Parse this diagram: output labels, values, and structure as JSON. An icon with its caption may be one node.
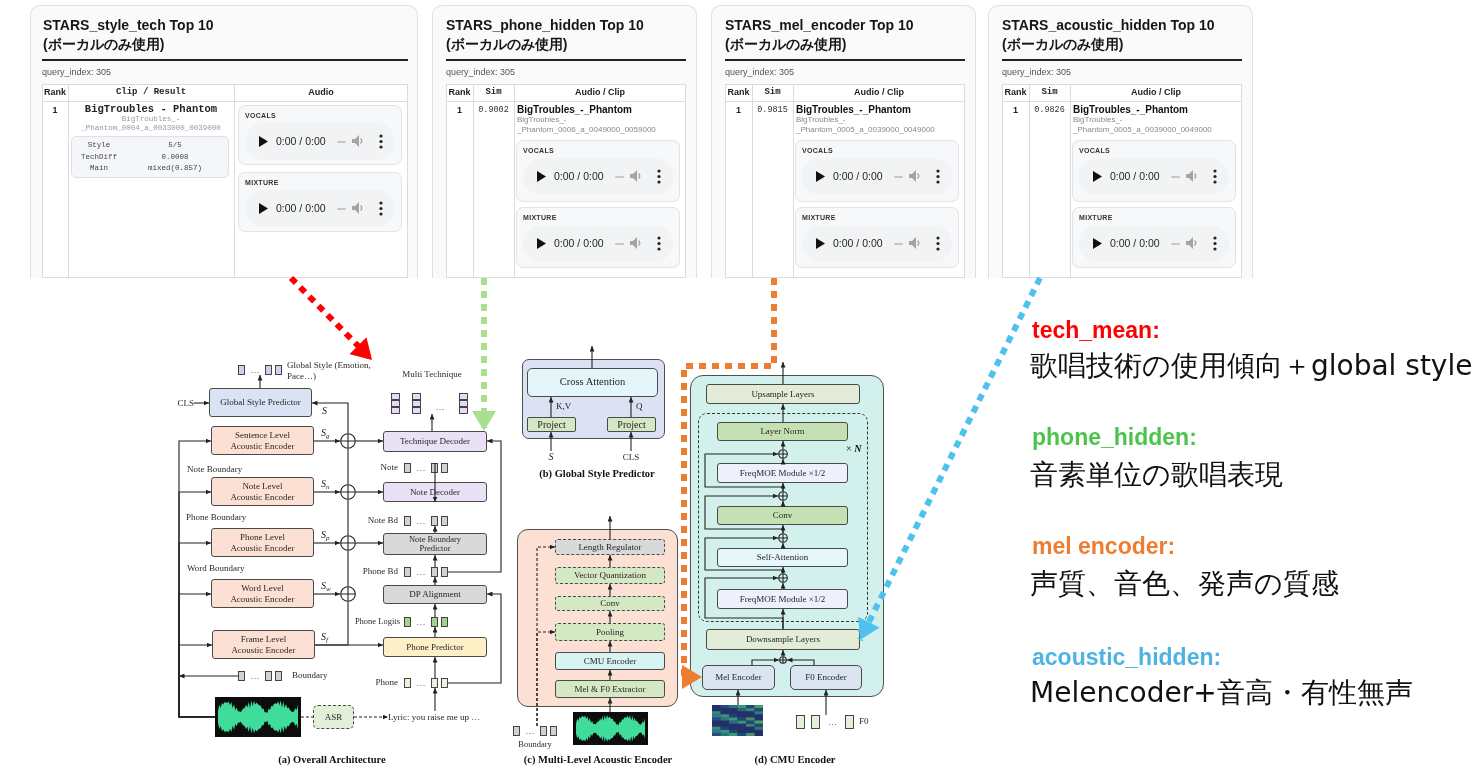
{
  "diagram": {
    "nodes": [
      {
        "text": [
          "STARS_style_tech Top 10 (ボーカルのみ使用)",
          "query_index: 305",
          "Rank",
          "Clip / Result",
          "Audio",
          "1",
          "BigTroubles - Phantom",
          "BigTroubles_-_Phantom_0004_a_0033000_0039000"
        ]
      },
      {
        "text": [
          "Style",
          "5/5",
          "TechDiff",
          "0.0008",
          "Main",
          "mixed(0.857)"
        ],
        "in": 0
      },
      {
        "text": [
          "VOCALS",
          "0:00 / 0:00"
        ],
        "in": 0
      },
      {
        "text": [
          "MIXTURE",
          "0:00 / 0:00"
        ],
        "in": 0
      },
      {
        "text": [
          "STARS_phone_hidden Top 10 (ボーカルのみ使用)",
          "query_index: 305",
          "Rank",
          "Sim",
          "Audio / Clip",
          "1",
          "0.9002",
          "BigTroubles_-_Phantom",
          "BigTroubles_-_Phantom_0006_a_0049000_0059000"
        ]
      },
      {
        "text": [
          "VOCALS",
          "0:00 / 0:00"
        ],
        "in": 4
      },
      {
        "text": [
          "MIXTURE",
          "0:00 / 0:00"
        ],
        "in": 4
      },
      {
        "text": [
          "STARS_mel_encoder Top 10 (ボーカルのみ使用)",
          "query_index: 305",
          "Rank",
          "Sim",
          "Audio / Clip",
          "1",
          "0.9815",
          "BigTroubles_-_Phantom",
          "BigTroubles_-_Phantom_0005_a_0039000_0049000"
        ]
      },
      {
        "text": [
          "VOCALS",
          "0:00 / 0:00"
        ],
        "in": 7
      },
      {
        "text": [
          "MIXTURE",
          "0:00 / 0:00"
        ],
        "in": 7
      },
      {
        "text": [
          "STARS_acoustic_hidden Top 10 (ボーカルのみ使用)",
          "query_index: 305",
          "Rank",
          "Sim",
          "Audio / Clip",
          "1",
          "0.9826",
          "BigTroubles_-_Phantom",
          "BigTroubles_-_Phantom_0005_a_0039000_0049000"
        ]
      },
      {
        "text": [
          "VOCALS",
          "0:00 / 0:00"
        ],
        "in": 10
      },
      {
        "text": [
          "MIXTURE",
          "0:00 / 0:00"
        ],
        "in": 10
      },
      {
        "text": [
          "…"
        ],
        "beside": [
          "Global Style (Emotion, Pace…)"
        ]
      },
      {
        "text": [
          "CLS"
        ]
      },
      {
        "text": [
          "Global Style Predictor"
        ]
      },
      {
        "text": [
          "Sentence Level Acoustic Encoder"
        ]
      },
      {
        "text": [
          "Note Level Acoustic Encoder"
        ]
      },
      {
        "text": [
          "Phone Level Acoustic Encoder"
        ]
      },
      {
        "text": [
          "Word Level Acoustic Encoder"
        ]
      },
      {
        "text": [
          "Frame Level Acoustic Encoder"
        ]
      },
      {
        "text": [],
        "shape": "circle"
      },
      {
        "text": [],
        "shape": "circle"
      },
      {
        "text": [],
        "shape": "circle"
      },
      {
        "text": [],
        "shape": "circle"
      },
      {
        "text": [
          "…"
        ],
        "beside": [
          "Multi Technique"
        ]
      },
      {
        "text": [
          "Technique Decoder"
        ]
      },
      {
        "text": [
          "…"
        ],
        "beside": [
          "Note"
        ]
      },
      {
        "text": [
          "Note Decoder"
        ]
      },
      {
        "text": [
          "…"
        ],
        "beside": [
          "Note Bd"
        ]
      },
      {
        "text": [
          "Note Boundary Predictor"
        ]
      },
      {
        "text": [
          "…"
        ],
        "beside": [
          "Phone Bd"
        ]
      },
      {
        "text": [
          "DP Alignment"
        ]
      },
      {
        "text": [
          "…"
        ],
        "beside": [
          "Phone Logits"
        ]
      },
      {
        "text": [
          "Phone Predictor"
        ]
      },
      {
        "text": [
          "…"
        ],
        "beside": [
          "Boundary"
        ]
      },
      {
        "text": [
          "…"
        ],
        "beside": [
          "Phone"
        ]
      },
      {
        "text": [],
        "shape": "picture"
      },
      {
        "text": [
          "ASR"
        ]
      },
      {
        "text": [
          "Lyric: you raise me up …"
        ]
      },
      {
        "text": [],
        "shape": "box"
      },
      {
        "text": [
          "Cross Attention"
        ],
        "in": 40
      },
      {
        "text": [
          "Project"
        ],
        "in": 40
      },
      {
        "text": [
          "Project"
        ],
        "in": 40
      },
      {
        "text": [
          "S"
        ]
      },
      {
        "text": [
          "CLS"
        ]
      },
      {
        "text": [],
        "shape": "box"
      },
      {
        "text": [
          "Length Regulator"
        ],
        "in": 46
      },
      {
        "text": [
          "Vector Quantization"
        ],
        "in": 46
      },
      {
        "text": [
          "Conv"
        ],
        "in": 46
      },
      {
        "text": [
          "Pooling"
        ],
        "in": 46
      },
      {
        "text": [
          "CMU Encoder"
        ],
        "in": 46
      },
      {
        "text": [
          "Mel & F0 Extractor"
        ],
        "in": 46
      },
      {
        "text": [
          "…"
        ],
        "beside": [
          "Boundary"
        ]
      },
      {
        "text": [],
        "shape": "picture"
      },
      {
        "text": [],
        "shape": "box"
      },
      {
        "text": [
          "Upsample Layers"
        ],
        "in": 55
      },
      {
        "text": [
          "× *N*"
        ],
        "in": 55
      },
      {
        "text": [
          "Layer Norm"
        ],
        "in": 57
      },
      {
        "text": [],
        "shape": "circle",
        "in": 57
      },
      {
        "text": [
          "FreqMOE Module ×1/2"
        ],
        "in": 57
      },
      {
        "text": [],
        "shape": "circle",
        "in": 57
      },
      {
        "text": [
          "Conv"
        ],
        "in": 57
      },
      {
        "text": [],
        "shape": "circle",
        "in": 57
      },
      {
        "text": [
          "Self-Attention"
        ],
        "in": 57
      },
      {
        "text": [],
        "shape": "circle",
        "in": 57
      },
      {
        "text": [
          "FreqMOE Module ×1/2"
        ],
        "in": 57
      },
      {
        "text": [
          "Downsample Layers"
        ],
        "in": 55
      },
      {
        "text": [],
        "shape": "circle",
        "in": 55
      },
      {
        "text": [
          "Mel Encoder"
        ],
        "in": 55
      },
      {
        "text": [
          "F0 Encoder"
        ],
        "in": 55
      },
      {
        "text": [],
        "shape": "picture"
      },
      {
        "text": [
          "…"
        ],
        "beside": [
          "F0"
        ]
      }
    ],
    "edges": [
      {
        "from": 14,
        "to": 15,
        "arrow": "to"
      },
      {
        "from": 15,
        "to": 13,
        "arrow": "to"
      },
      {
        "from": 16,
        "to": 21,
        "arrow": "to",
        "label": "S$_{g}$"
      },
      {
        "from": 17,
        "to": 22,
        "arrow": "to",
        "label": "S$_{n}$"
      },
      {
        "from": 18,
        "to": 23,
        "arrow": "to",
        "label": "S$_{p}$"
      },
      {
        "from": 19,
        "to": 24,
        "arrow": "to",
        "label": "S$_{w}$"
      },
      {
        "from": 20,
        "to": 34,
        "arrow": "to",
        "label": "S$_{f}$"
      },
      {
        "from": 20,
        "to": 24,
        "arrow": "none"
      },
      {
        "from": 24,
        "to": 23,
        "arrow": "none"
      },
      {
        "from": 23,
        "to": 22,
        "arrow": "none"
      },
      {
        "from": 22,
        "to": 21,
        "arrow": "none"
      },
      {
        "from": 21,
        "to": 15,
        "arrow": "to",
        "label": "S"
      },
      {
        "from": 21,
        "to": 26,
        "arrow": "to"
      },
      {
        "from": 22,
        "to": 28,
        "arrow": "to"
      },
      {
        "from": 23,
        "to": 30,
        "arrow": "to"
      },
      {
        "from": 26,
        "to": 25,
        "arrow": "to"
      },
      {
        "from": 27,
        "to": 28,
        "arrow": "to"
      },
      {
        "from": 30,
        "to": 29,
        "arrow": "to"
      },
      {
        "from": 31,
        "to": 30,
        "arrow": "to"
      },
      {
        "from": 32,
        "to": 31,
        "arrow": "to"
      },
      {
        "from": 33,
        "to": 32,
        "arrow": "to"
      },
      {
        "from": 34,
        "to": 33,
        "arrow": "to"
      },
      {
        "from": 36,
        "to": 34,
        "arrow": "to"
      },
      {
        "from": 36,
        "to": 32,
        "arrow": "to"
      },
      {
        "from": 31,
        "to": 26,
        "arrow": "to"
      },
      {
        "from": 39,
        "to": 36,
        "arrow": "to"
      },
      {
        "from": 37,
        "to": 38,
        "arrow": "none",
        "style": "dashed"
      },
      {
        "from": 38,
        "to": 39,
        "arrow": "to",
        "style": "dashed"
      },
      {
        "from": 37,
        "to": 16,
        "arrow": "to"
      },
      {
        "from": 37,
        "to": 17,
        "arrow": "to"
      },
      {
        "from": 37,
        "to": 18,
        "arrow": "to"
      },
      {
        "from": 37,
        "to": 19,
        "arrow": "to"
      },
      {
        "from": 37,
        "to": 20,
        "arrow": "to"
      },
      {
        "from": 35,
        "to": null,
        "arrow": "to"
      },
      {
        "from": 44,
        "to": 42,
        "arrow": "to"
      },
      {
        "from": 45,
        "to": 43,
        "arrow": "to"
      },
      {
        "from": 42,
        "to": 41,
        "arrow": "to",
        "label": "K,V"
      },
      {
        "from": 43,
        "to": 41,
        "arrow": "to",
        "label": "Q"
      },
      {
        "from": 41,
        "to": null,
        "arrow": "to"
      },
      {
        "from": 54,
        "to": 52,
        "arrow": "to"
      },
      {
        "from": 52,
        "to": 51,
        "arrow": "to"
      },
      {
        "from": 51,
        "to": 50,
        "arrow": "to"
      },
      {
        "from": 50,
        "to": 49,
        "arrow": "to"
      },
      {
        "from": 49,
        "to": 48,
        "arrow": "to"
      },
      {
        "from": 48,
        "to": 47,
        "arrow": "to"
      },
      {
        "from": 47,
        "to": null,
        "arrow": "to"
      },
      {
        "from": 53,
        "to": 50,
        "arrow": "to",
        "style": "dashed"
      },
      {
        "from": 53,
        "to": 47,
        "arrow": "to",
        "style": "dashed"
      },
      {
        "from": 71,
        "to": 69,
        "arrow": "to"
      },
      {
        "from": 72,
        "to": 70,
        "arrow": "to"
      },
      {
        "from": 69,
        "to": 68,
        "arrow": "to"
      },
      {
        "from": 70,
        "to": 68,
        "arrow": "to"
      },
      {
        "from": 68,
        "to": 67,
        "arrow": "to"
      },
      {
        "from": 67,
        "to": 66,
        "arrow": "to"
      },
      {
        "from": 67,
        "to": 65,
        "arrow": "to"
      },
      {
        "from": 66,
        "to": 65,
        "arrow": "to"
      },
      {
        "from": 65,
        "to": 64,
        "arrow": "to"
      },
      {
        "from": 65,
        "to": 63,
        "arrow": "to"
      },
      {
        "from": 64,
        "to": 63,
        "arrow": "to"
      },
      {
        "from": 63,
        "to": 62,
        "arrow": "to"
      },
      {
        "from": 63,
        "to": 61,
        "arrow": "to"
      },
      {
        "from": 62,
        "to": 61,
        "arrow": "to"
      },
      {
        "from": 61,
        "to": 60,
        "arrow": "to"
      },
      {
        "from": 61,
        "to": 59,
        "arrow": "to"
      },
      {
        "from": 60,
        "to": 59,
        "arrow": "to"
      },
      {
        "from": 59,
        "to": 58,
        "arrow": "to"
      },
      {
        "from": 58,
        "to": 56,
        "arrow": "to"
      },
      {
        "from": 56,
        "to": null,
        "arrow": "to"
      },
      {
        "from": 0,
        "to": 13,
        "arrow": "to",
        "style": "dashed",
        "color": "#ff0000"
      },
      {
        "from": 4,
        "to": 26,
        "arrow": "to",
        "style": "dashed",
        "color": "#a9df8f"
      },
      {
        "from": 7,
        "to": 69,
        "arrow": "to",
        "style": "dashed",
        "color": "#ed7d31"
      },
      {
        "from": 10,
        "to": 67,
        "arrow": "to",
        "style": "dashed",
        "color": "#4fc1ee"
      }
    ],
    "labels": [
      "Note Boundary",
      "Phone Boundary",
      "Word Boundary",
      "(a) Overall Architecture",
      "(b) Global Style Predictor",
      "(c) Multi-Level Acoustic Encoder",
      "(d) CMU Encoder",
      "tech_mean:",
      "歌唱技術の使用傾向＋global style",
      "phone_hidden:",
      "音素単位の歌唱表現",
      "mel encoder:",
      "声質、音色、発声の質感",
      "acoustic_hidden:",
      "Melencoder+音高・有性無声"
    ]
  }
}
